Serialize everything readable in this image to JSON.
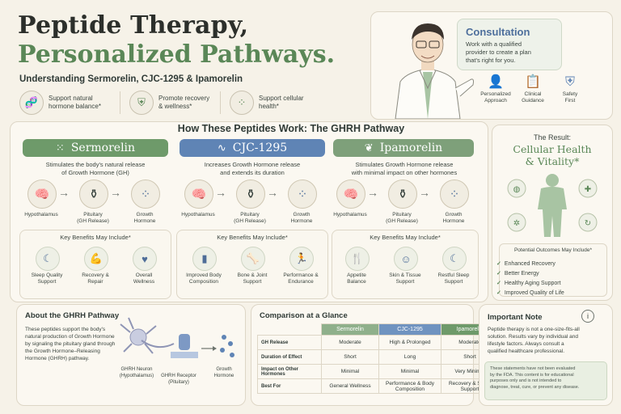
{
  "header": {
    "title_line1": "Peptide Therapy,",
    "title_line2": "Personalized Pathways.",
    "subtitle": "Understanding Sermorelin, CJC-1295 & Ipamorelin"
  },
  "features": [
    {
      "icon": "dna-icon",
      "text_l1": "Support natural",
      "text_l2": "hormone balance*"
    },
    {
      "icon": "shield-icon",
      "text_l1": "Promote recovery",
      "text_l2": "& wellness*"
    },
    {
      "icon": "cells-icon",
      "text_l1": "Support cellular",
      "text_l2": "health*"
    }
  ],
  "consultation": {
    "title": "Consultation",
    "text_l1": "Work with a qualified",
    "text_l2": "provider to create a plan",
    "text_l3": "that's right for you.",
    "items": [
      {
        "icon": "person-icon",
        "l1": "Personalized",
        "l2": "Approach"
      },
      {
        "icon": "clipboard-icon",
        "l1": "Clinical",
        "l2": "Guidance"
      },
      {
        "icon": "shield-check-icon",
        "l1": "Safety",
        "l2": "First"
      }
    ]
  },
  "pathway": {
    "heading": "How These Peptides Work: The GHRH Pathway",
    "peptides": [
      {
        "name": "Sermorelin",
        "color": "#6e9a6a",
        "desc_l1": "Stimulates the body's natural release",
        "desc_l2": "of Growth Hormone (GH)",
        "flow": [
          {
            "l1": "Hypothalamus",
            "l2": ""
          },
          {
            "l1": "Pituitary",
            "l2": "(GH Release)"
          },
          {
            "l1": "Growth",
            "l2": "Hormone"
          }
        ],
        "benefits_title": "Key Benefits May Include*",
        "benefits": [
          {
            "l1": "Sleep Quality",
            "l2": "Support"
          },
          {
            "l1": "Recovery &",
            "l2": "Repair"
          },
          {
            "l1": "Overall",
            "l2": "Wellness"
          }
        ]
      },
      {
        "name": "CJC-1295",
        "color": "#5f84b5",
        "desc_l1": "Increases Growth Hormone release",
        "desc_l2": "and extends its duration",
        "flow": [
          {
            "l1": "Hypothalamus",
            "l2": ""
          },
          {
            "l1": "Pituitary",
            "l2": "(GH Release)"
          },
          {
            "l1": "Growth",
            "l2": "Hormone"
          }
        ],
        "benefits_title": "Key Benefits May Include*",
        "benefits": [
          {
            "l1": "Improved Body",
            "l2": "Composition"
          },
          {
            "l1": "Bone & Joint",
            "l2": "Support"
          },
          {
            "l1": "Performance &",
            "l2": "Endurance"
          }
        ]
      },
      {
        "name": "Ipamorelin",
        "color": "#7ea07a",
        "desc_l1": "Stimulates Growth Hormone release",
        "desc_l2": "with minimal impact on other hormones",
        "flow": [
          {
            "l1": "Hypothalamus",
            "l2": ""
          },
          {
            "l1": "Pituitary",
            "l2": "(GH Release)"
          },
          {
            "l1": "Growth",
            "l2": "Hormone"
          }
        ],
        "benefits_title": "Key Benefits May Include*",
        "benefits": [
          {
            "l1": "Appetite",
            "l2": "Balance"
          },
          {
            "l1": "Skin & Tissue",
            "l2": "Support"
          },
          {
            "l1": "Restful Sleep",
            "l2": "Support"
          }
        ]
      }
    ]
  },
  "result": {
    "label": "The Result:",
    "title_l1": "Cellular Health",
    "title_l2": "& Vitality*",
    "outcomes_title": "Potential Outcomes May Include*",
    "outcomes": [
      "Enhanced Recovery",
      "Better Energy",
      "Healthy Aging Support",
      "Improved Quality of Life"
    ]
  },
  "about": {
    "title": "About the GHRH Pathway",
    "text_l1": "These peptides support the body's",
    "text_l2": "natural production of Growth Hormone",
    "text_l3": "by signaling the pituitary gland through",
    "text_l4": "the Growth Hormone–Releasing",
    "text_l5": "Hormone (GHRH) pathway.",
    "neuron_l1": "GHRH Neuron",
    "neuron_l2": "(Hypothalamus)",
    "receptor_l1": "GHRH Receptor",
    "receptor_l2": "(Pituitary)",
    "gh_l1": "Growth",
    "gh_l2": "Hormone"
  },
  "comparison": {
    "title": "Comparison at a Glance",
    "columns": [
      "Sermorelin",
      "CJC-1295",
      "Ipamorelin"
    ],
    "column_colors": [
      "#8fb08b",
      "#6f93c0",
      "#6e9a6a"
    ],
    "rows": [
      {
        "label": "GH Release",
        "values": [
          "Moderate",
          "High & Prolonged",
          "Moderate"
        ]
      },
      {
        "label": "Duration of Effect",
        "values": [
          "Short",
          "Long",
          "Short"
        ]
      },
      {
        "label": "Impact on Other Hormones",
        "values": [
          "Minimal",
          "Minimal",
          "Very Minimal"
        ]
      },
      {
        "label": "Best For",
        "values": [
          "General Wellness",
          "Performance & Body Composition",
          "Recovery & Sleep Support"
        ]
      }
    ]
  },
  "note": {
    "title": "Important Note",
    "text_l1": "Peptide therapy is not a one-size-fits-all",
    "text_l2": "solution. Results vary by individual and",
    "text_l3": "lifestyle factors. Always consult a",
    "text_l4": "qualified healthcare professional.",
    "disclaimer_l1": "These statements have not been evaluated",
    "disclaimer_l2": "by the FDA. This content is for educational",
    "disclaimer_l3": "purposes only and is not intended to",
    "disclaimer_l4": "diagnose, treat, cure, or prevent any disease."
  }
}
